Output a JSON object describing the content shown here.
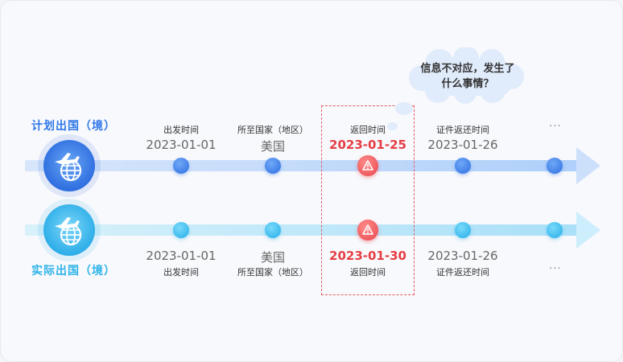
{
  "plan": {
    "title": "计划出国（境）",
    "nodes": [
      {
        "label": "出发时间",
        "value": "2023-01-01"
      },
      {
        "label": "所至国家（地区）",
        "value": "美国"
      },
      {
        "label": "返回时间",
        "value": "2023-01-25"
      },
      {
        "label": "证件返还时间",
        "value": "2023-01-26"
      }
    ],
    "ellipsis": "···"
  },
  "actual": {
    "title": "实际出国（境）",
    "nodes": [
      {
        "label": "出发时间",
        "value": "2023-01-01"
      },
      {
        "label": "所至国家（地区）",
        "value": "美国"
      },
      {
        "label": "返回时间",
        "value": "2023-01-30"
      },
      {
        "label": "证件返还时间",
        "value": "2023-01-26"
      }
    ],
    "ellipsis": "···"
  },
  "bubble": {
    "text": "信息不对应，发生了什么事情？"
  },
  "colors": {
    "plan": "#2f77e8",
    "actual": "#2db3e9",
    "alert": "#e53e44"
  },
  "icons": {
    "row": "airplane-globe-icon",
    "alert": "warning-icon"
  }
}
